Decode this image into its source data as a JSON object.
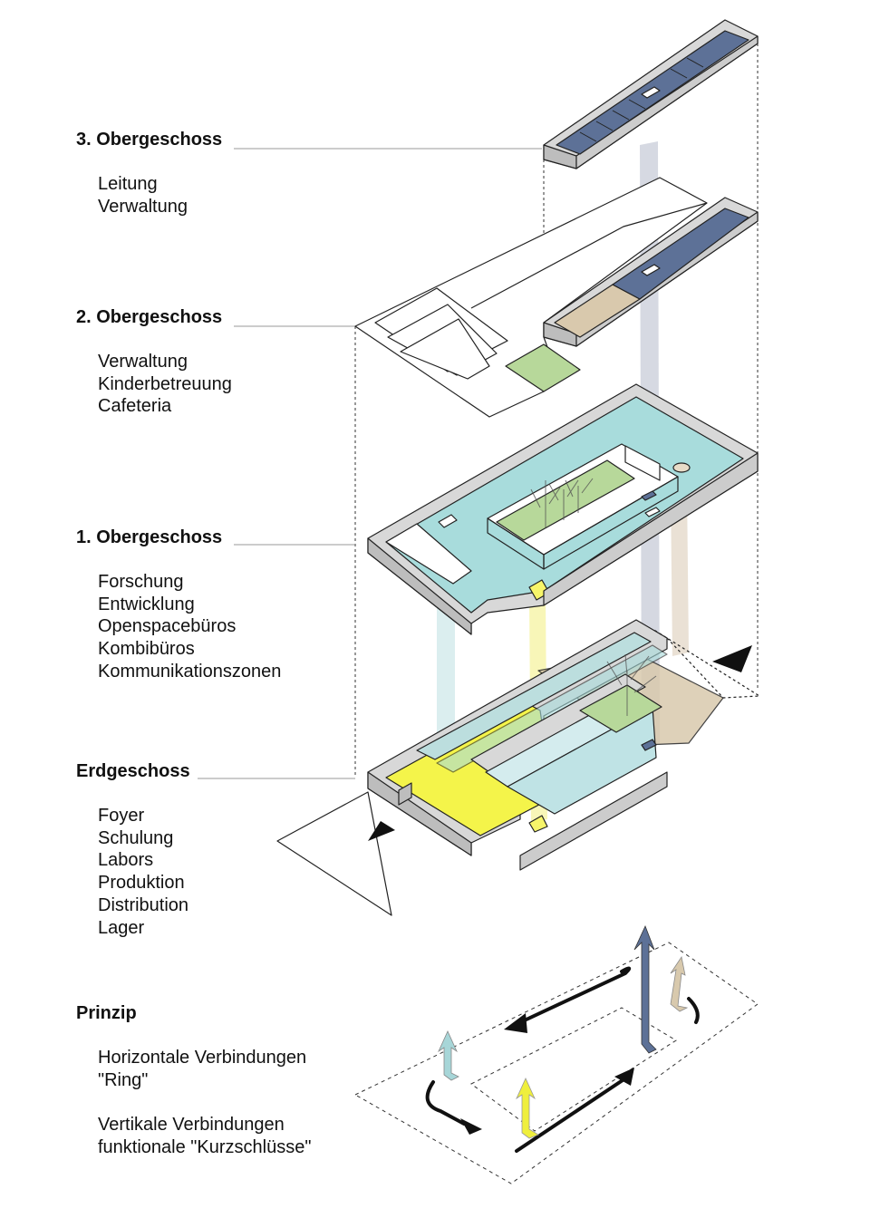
{
  "floors": [
    {
      "title": "3. Obergeschoss",
      "items": [
        "Leitung",
        "Verwaltung"
      ]
    },
    {
      "title": "2. Obergeschoss",
      "items": [
        "Verwaltung",
        "Kinderbetreuung",
        "Cafeteria"
      ]
    },
    {
      "title": "1. Obergeschoss",
      "items": [
        "Forschung",
        "Entwicklung",
        "Openspacebüros",
        "Kombibüros",
        "Kommunikationszonen"
      ]
    },
    {
      "title": "Erdgeschoss",
      "items": [
        "Foyer",
        "Schulung",
        "Labors",
        "Produktion",
        "Distribution",
        "Lager"
      ]
    }
  ],
  "principle": {
    "title": "Prinzip",
    "lines": [
      "Horizontale Verbindungen",
      "\"Ring\"",
      "",
      "Vertikale Verbindungen",
      "funktionale \"Kurzschlüsse\""
    ]
  },
  "colors": {
    "wall_top": "#d8d8d8",
    "wall_side": "#bdbdbd",
    "outline": "#222222",
    "office_blue": "#5d7197",
    "courtyard_cyan": "#a8dcdc",
    "green": "#b7d89a",
    "beige": "#d9c9ad",
    "yellow": "#f4f44a",
    "core_yellow": "#f7f56a",
    "shaft_gray": "#c8ccd8",
    "shaft_cyan": "#cfe8ea",
    "shaft_beige": "#e3d8c8",
    "arrow_blue": "#5d7197",
    "arrow_cyan": "#a7d6d8",
    "arrow_yellow": "#efef3c",
    "arrow_beige": "#d8c9ad"
  }
}
